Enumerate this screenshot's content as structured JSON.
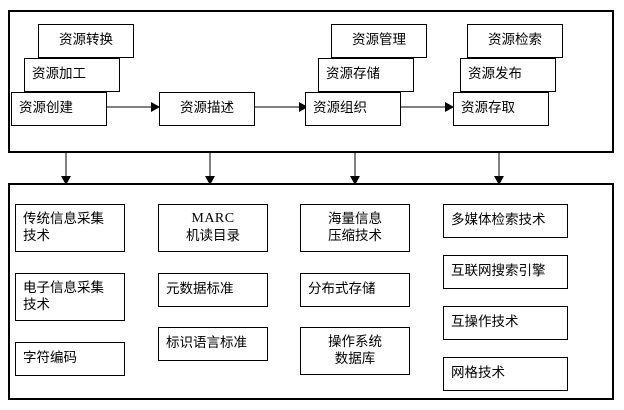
{
  "diagram": {
    "title": "",
    "colors": {
      "line": "#000000",
      "background": "#ffffff",
      "text": "#000000"
    },
    "top_group": {
      "name": "resource-lifecycle-group",
      "stacks": [
        {
          "name": "resource-creation-stack",
          "boxes": [
            {
              "id": "resource-conversion",
              "label": "资源转换"
            },
            {
              "id": "resource-processing",
              "label": "资源加工"
            },
            {
              "id": "resource-creation",
              "label": "资源创建"
            }
          ]
        },
        {
          "name": "resource-description-stack",
          "boxes": [
            {
              "id": "resource-description",
              "label": "资源描述"
            }
          ]
        },
        {
          "name": "resource-organization-stack",
          "boxes": [
            {
              "id": "resource-management",
              "label": "资源管理"
            },
            {
              "id": "resource-storage",
              "label": "资源存储"
            },
            {
              "id": "resource-organization",
              "label": "资源组织"
            }
          ]
        },
        {
          "name": "resource-access-stack",
          "boxes": [
            {
              "id": "resource-retrieval",
              "label": "资源检索"
            },
            {
              "id": "resource-publishing",
              "label": "资源发布"
            },
            {
              "id": "resource-access",
              "label": "资源存取"
            }
          ]
        }
      ],
      "flow_arrows": [
        {
          "id": "arrow-creation-to-description",
          "from": "资源创建",
          "to": "资源描述",
          "direction": "right"
        },
        {
          "id": "arrow-description-to-organization",
          "from": "资源描述",
          "to": "资源组织",
          "direction": "right"
        },
        {
          "id": "arrow-organization-to-access",
          "from": "资源组织",
          "to": "资源存取",
          "direction": "right"
        }
      ]
    },
    "connector_arrows": [
      {
        "id": "connector-1",
        "direction": "down"
      },
      {
        "id": "connector-2",
        "direction": "down"
      },
      {
        "id": "connector-3",
        "direction": "down"
      },
      {
        "id": "connector-4",
        "direction": "down"
      }
    ],
    "bottom_group": {
      "name": "technology-group",
      "columns": [
        {
          "name": "acquisition-technologies-column",
          "boxes": [
            {
              "id": "traditional-info-acquisition",
              "lines": [
                "传统信息采集",
                "技术"
              ],
              "align": "left"
            },
            {
              "id": "electronic-info-acquisition",
              "lines": [
                "电子信息采集",
                "技术"
              ],
              "align": "left"
            },
            {
              "id": "character-encoding",
              "lines": [
                "字符编码"
              ],
              "align": "left"
            }
          ]
        },
        {
          "name": "metadata-standards-column",
          "boxes": [
            {
              "id": "marc-catalog",
              "lines": [
                "MARC",
                "机读目录"
              ],
              "align": "center",
              "serif_first_line": true
            },
            {
              "id": "metadata-standard",
              "lines": [
                "元数据标准"
              ],
              "align": "left"
            },
            {
              "id": "markup-language-standard",
              "lines": [
                "标识语言标准"
              ],
              "align": "left"
            }
          ]
        },
        {
          "name": "storage-technologies-column",
          "boxes": [
            {
              "id": "massive-info-compression",
              "lines": [
                "海量信息",
                "压缩技术"
              ],
              "align": "center"
            },
            {
              "id": "distributed-storage",
              "lines": [
                "分布式存储"
              ],
              "align": "left"
            },
            {
              "id": "os-database",
              "lines": [
                "操作系统",
                "数据库"
              ],
              "align": "center"
            }
          ]
        },
        {
          "name": "retrieval-technologies-column",
          "boxes": [
            {
              "id": "multimedia-retrieval",
              "lines": [
                "多媒体检索技术"
              ],
              "align": "left"
            },
            {
              "id": "internet-search-engine",
              "lines": [
                "互联网搜索引擎"
              ],
              "align": "left"
            },
            {
              "id": "interoperability-tech",
              "lines": [
                "互操作技术"
              ],
              "align": "left"
            },
            {
              "id": "grid-technology",
              "lines": [
                "网格技术"
              ],
              "align": "left"
            }
          ]
        }
      ]
    }
  }
}
